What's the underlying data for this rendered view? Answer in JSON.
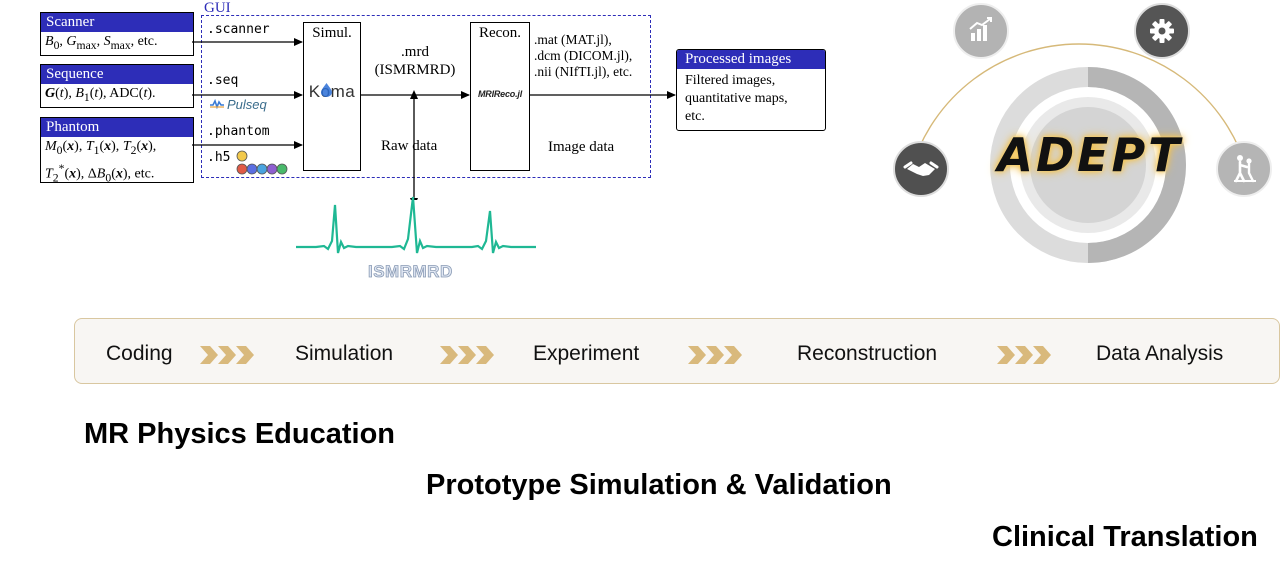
{
  "workflow": {
    "gui_label": "GUI",
    "inputs": [
      {
        "title": "Scanner",
        "body_html": "<i>B</i><sub>0</sub>, <i>G</i><sub>max</sub>, <i>S</i><sub>max</sub>, etc."
      },
      {
        "title": "Sequence",
        "body_html": "<b><i>G</i></b>(<i>t</i>), <i>B</i><sub>1</sub>(<i>t</i>), ADC(<i>t</i>)."
      },
      {
        "title": "Phantom",
        "body_html": "<i>M</i><sub>0</sub>(<b><i>x</i></b>), <i>T</i><sub>1</sub>(<b><i>x</i></b>), <i>T</i><sub>2</sub>(<b><i>x</i></b>),<br><i>T</i><sub>2</sub><sup>*</sup>(<b><i>x</i></b>), Δ<i>B</i><sub>0</sub>(<b><i>x</i></b>), etc."
      }
    ],
    "formats": {
      "scanner": ".scanner",
      "seq": ".seq",
      "phantom": ".phantom",
      "h5": ".h5"
    },
    "pulseq_logo": "Pulseq",
    "simul_title": "Simul.",
    "koma_logo": "Koma",
    "mrd_line1": ".mrd",
    "mrd_line2": "(ISMRMRD)",
    "raw_data": "Raw data",
    "recon_title": "Recon.",
    "mrireco_logo": "MRIReco.jl",
    "output_formats": [
      ".mat (MAT.jl),",
      ".dcm (DICOM.jl),",
      ".nii (NIfTI.jl), etc."
    ],
    "image_data": "Image data",
    "processed_title": "Processed images",
    "processed_body": [
      "Filtered images,",
      "quantitative maps,",
      "etc."
    ],
    "ismrmrd_logo": "ISMRMRD"
  },
  "adept": {
    "logo_text": "ADEPT",
    "icons": [
      "handshake-icon",
      "chart-icon",
      "gear-icon",
      "helping-person-icon"
    ]
  },
  "pipeline": {
    "stages": [
      "Coding",
      "Simulation",
      "Experiment",
      "Reconstruction",
      "Data Analysis"
    ]
  },
  "applications": [
    "MR Physics Education",
    "Prototype Simulation & Validation",
    "Clinical Translation"
  ],
  "colors": {
    "input_header": "#2d2db8",
    "gui_border": "#2d2db8",
    "signal": "#1fb894",
    "chevron": "#d9b97c",
    "adept_glow": "#f2c14e"
  }
}
